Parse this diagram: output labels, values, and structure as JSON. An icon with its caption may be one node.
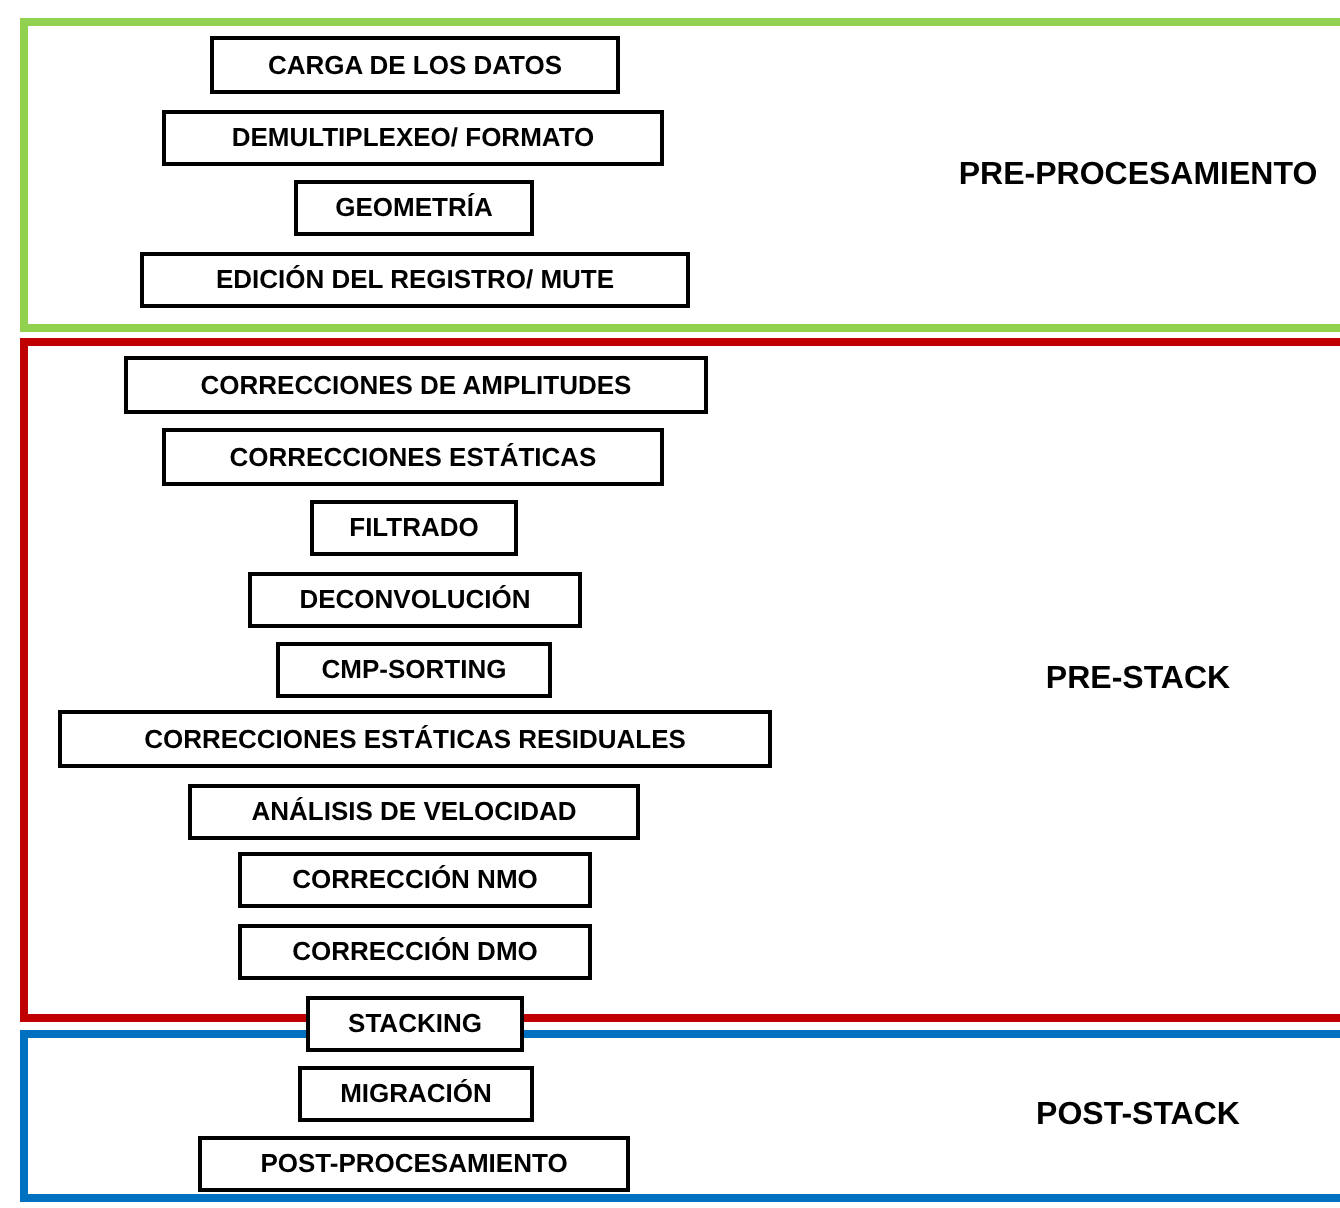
{
  "diagram": {
    "nodes": [
      {
        "text": [
          "PRE-PROCESAMIENTO"
        ]
      },
      {
        "text": [
          "CARGA DE LOS DATOS"
        ],
        "in": 0
      },
      {
        "text": [
          "DEMULTIPLEXEO/ FORMATO"
        ],
        "in": 0
      },
      {
        "text": [
          "GEOMETRÍA"
        ],
        "in": 0
      },
      {
        "text": [
          "EDICIÓN DEL REGISTRO/ MUTE"
        ],
        "in": 0
      },
      {
        "text": [
          "PRE-STACK"
        ]
      },
      {
        "text": [
          "CORRECCIONES DE AMPLITUDES"
        ],
        "in": 5
      },
      {
        "text": [
          "CORRECCIONES ESTÁTICAS"
        ],
        "in": 5
      },
      {
        "text": [
          "FILTRADO"
        ],
        "in": 5
      },
      {
        "text": [
          "DECONVOLUCIÓN"
        ],
        "in": 5
      },
      {
        "text": [
          "CMP-SORTING"
        ],
        "in": 5
      },
      {
        "text": [
          "CORRECCIONES ESTÁTICAS RESIDUALES"
        ],
        "in": 5
      },
      {
        "text": [
          "ANÁLISIS DE VELOCIDAD"
        ],
        "in": 5
      },
      {
        "text": [
          "CORRECCIÓN NMO"
        ],
        "in": 5
      },
      {
        "text": [
          "CORRECCIÓN DMO"
        ],
        "in": 5
      },
      {
        "text": [
          "STACKING"
        ]
      },
      {
        "text": [
          "POST-STACK"
        ]
      },
      {
        "text": [
          "MIGRACIÓN"
        ],
        "in": 16
      },
      {
        "text": [
          "POST-PROCESAMIENTO"
        ],
        "in": 16
      }
    ]
  }
}
